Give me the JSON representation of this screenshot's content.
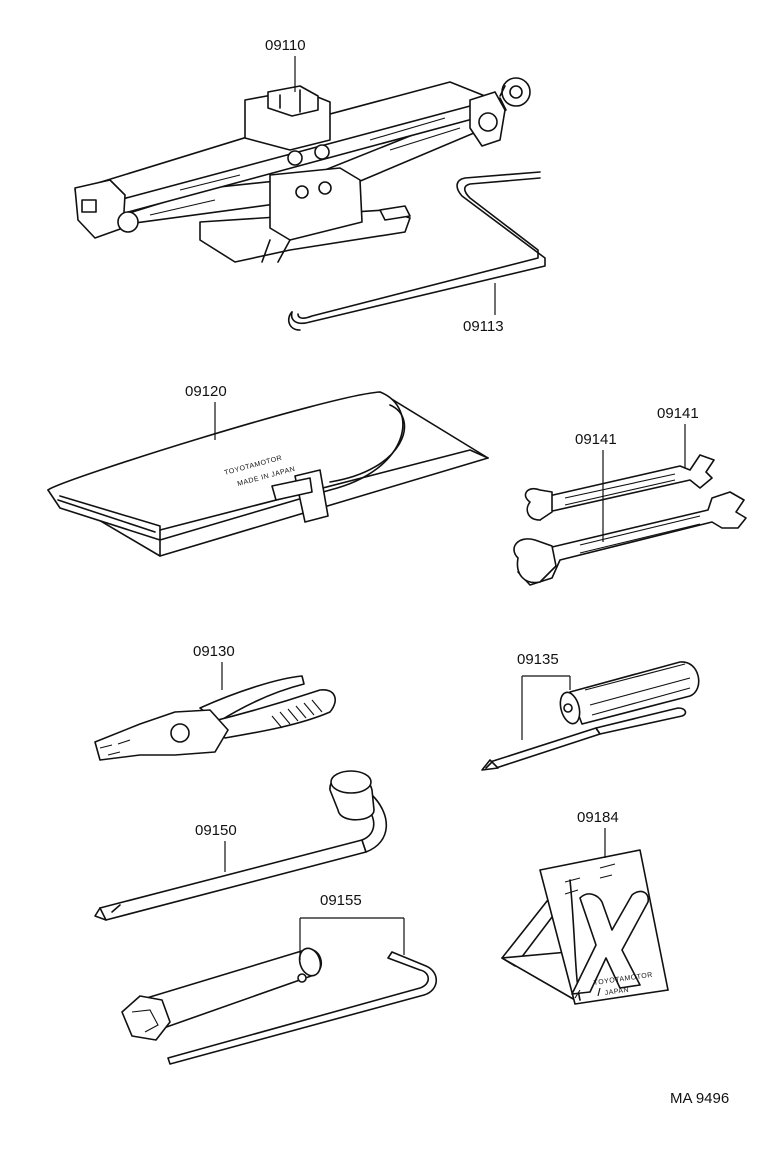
{
  "parts": {
    "jack": "09110",
    "jack_handle": "09113",
    "tool_bag": "09120",
    "wrench_upper": "09141",
    "wrench_lower": "09141",
    "pliers": "09130",
    "screwdriver": "09135",
    "lug_wrench": "09150",
    "plug_wrench": "09155",
    "wheel_chock": "09184"
  },
  "imprints": {
    "bag_line1": "TOYOTAMOTOR",
    "bag_line2": "MADE IN JAPAN",
    "chock_line1": "TOYOTAMOTOR",
    "chock_line2": "JAPAN"
  },
  "figure_code": "MA 9496"
}
